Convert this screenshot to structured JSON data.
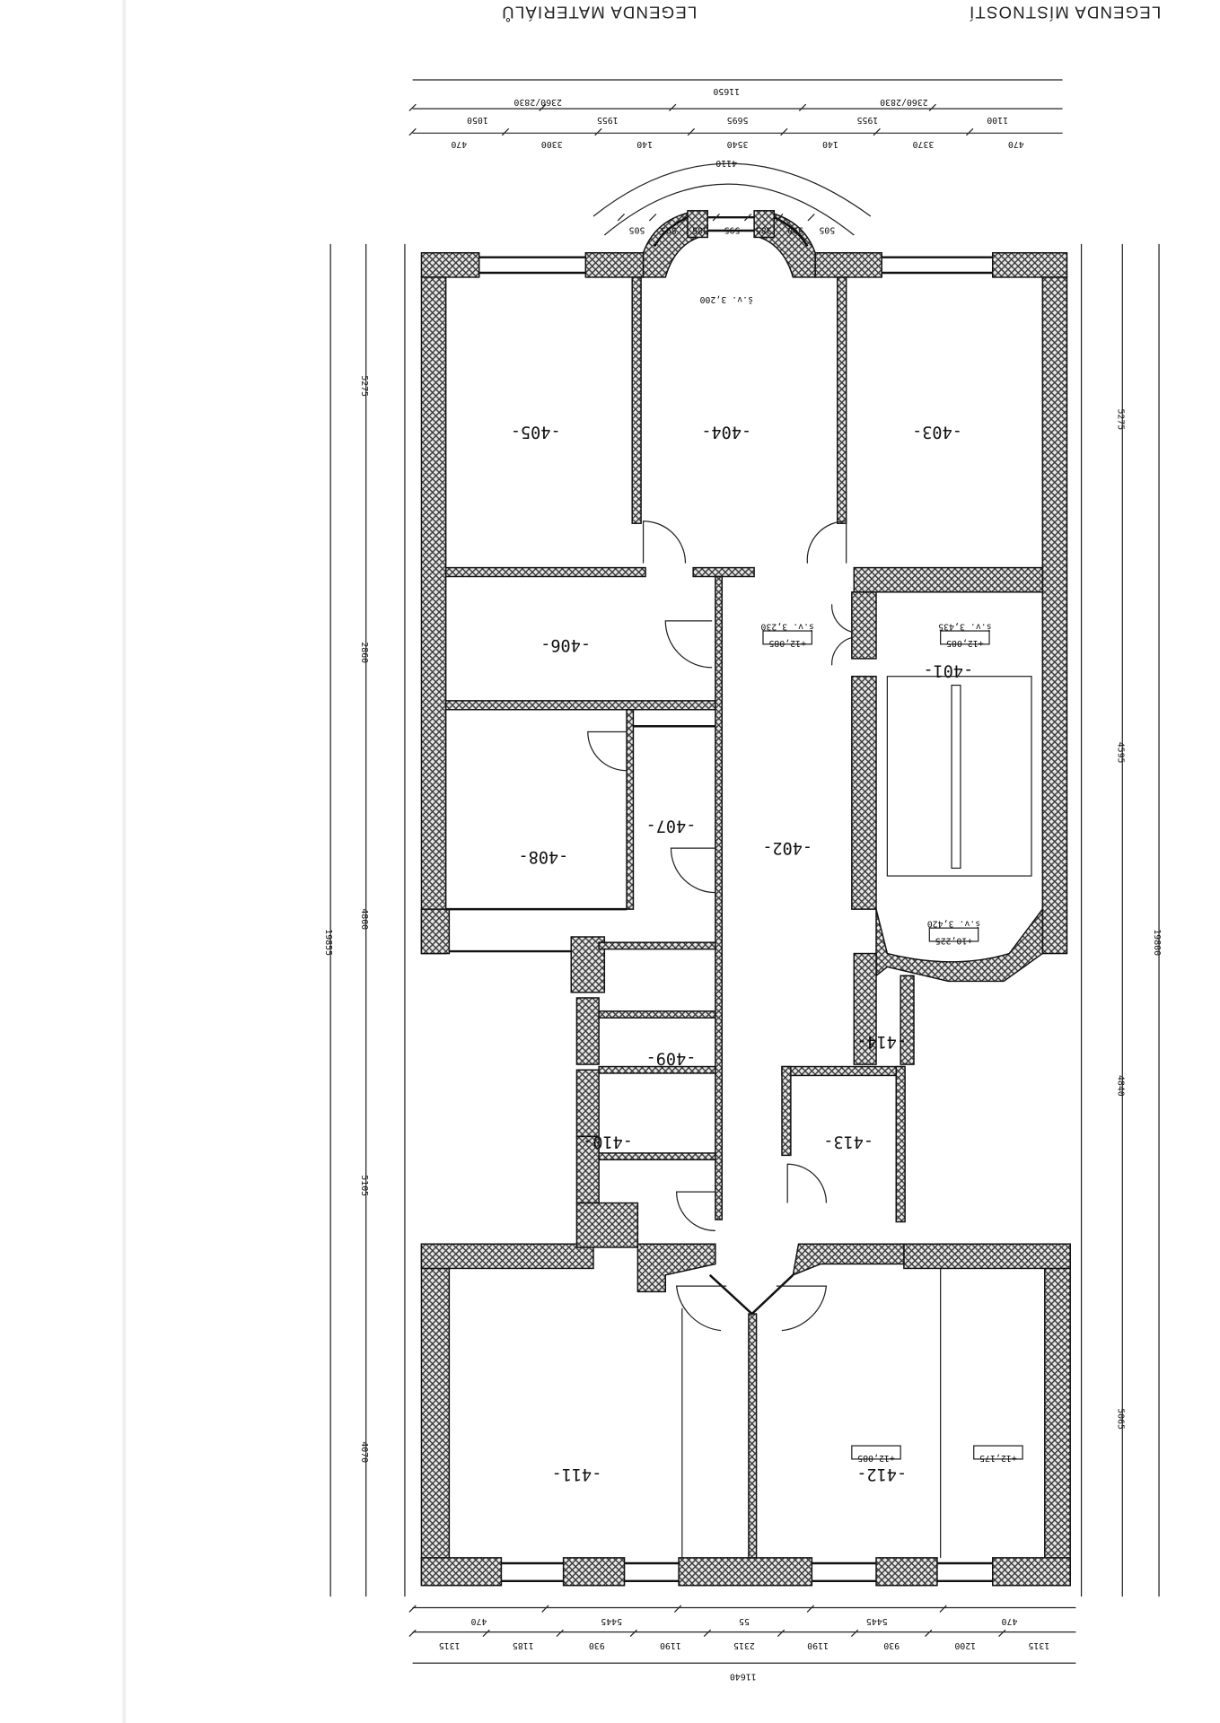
{
  "legend": {
    "materials": "LEGENDA MATERIÁLŮ",
    "rooms": "LEGENDA MÍSTNOSTÍ"
  },
  "rooms": [
    {
      "id": "401"
    },
    {
      "id": "402"
    },
    {
      "id": "403"
    },
    {
      "id": "404"
    },
    {
      "id": "405"
    },
    {
      "id": "406"
    },
    {
      "id": "407"
    },
    {
      "id": "408"
    },
    {
      "id": "409"
    },
    {
      "id": "410"
    },
    {
      "id": "411"
    },
    {
      "id": "412"
    },
    {
      "id": "413"
    },
    {
      "id": "414"
    }
  ],
  "levels": [
    {
      "height": "š.v. 3,230",
      "elev": "+12,085"
    },
    {
      "height": "š.v. 3,435",
      "elev": "+12,085"
    },
    {
      "height": "š.v. 3,420",
      "elev": "+10,225"
    },
    {
      "height": "š.v. 3,200",
      "elev": ""
    },
    {
      "height": "",
      "elev": "+12,085"
    },
    {
      "height": "",
      "elev": "+12,175"
    }
  ],
  "dimensions": {
    "top_total": "11650",
    "top_chain": [
      "1050",
      "1955",
      "5695",
      "1955",
      "1100"
    ],
    "top_windows": [
      "2360/2830",
      "2360/2830"
    ],
    "top_walls": [
      "470",
      "3300",
      "140",
      "3540",
      "140",
      "3370",
      "470"
    ],
    "bay_arc": "4110",
    "bay_chain": [
      "505",
      "595",
      "385",
      "595",
      "385",
      "590",
      "505"
    ],
    "bottom_total": "11640",
    "bottom_chain": [
      "1315",
      "1185",
      "930",
      "1190",
      "2315",
      "1190",
      "930",
      "1200",
      "1315"
    ],
    "bottom_walls": [
      "470",
      "5445",
      "55",
      "5445",
      "470"
    ],
    "left_total": "19855",
    "right_total": "19800",
    "left_chain": [
      "5275",
      "2860",
      "4800",
      "5105",
      "4070"
    ],
    "right_chain": [
      "5275",
      "4595",
      "4840",
      "5065"
    ]
  }
}
